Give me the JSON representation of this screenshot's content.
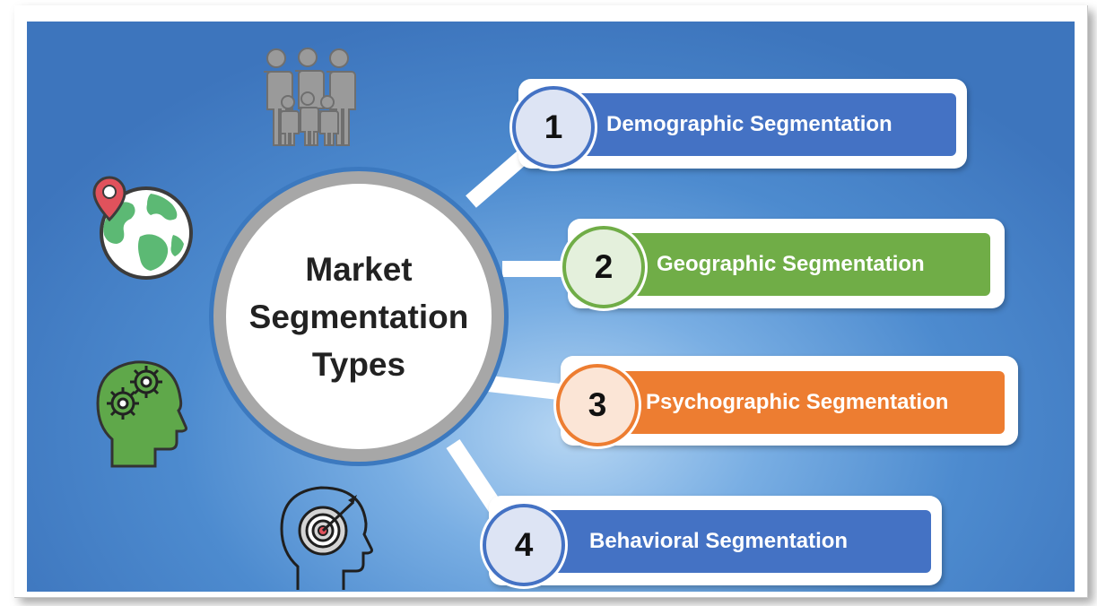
{
  "center": {
    "title": "Market\nSegmentation\nTypes"
  },
  "segments": [
    {
      "number": "1",
      "label": "Demographic Segmentation",
      "color": "#4472c4",
      "ring_color": "#4472c4",
      "circle_fill": "#dde4f4"
    },
    {
      "number": "2",
      "label": "Geographic Segmentation",
      "color": "#70ad47",
      "ring_color": "#70ad47",
      "circle_fill": "#e4f0dc"
    },
    {
      "number": "3",
      "label": "Psychographic Segmentation",
      "color": "#ed7d31",
      "ring_color": "#ed7d31",
      "circle_fill": "#fbe5d6"
    },
    {
      "number": "4",
      "label": "Behavioral Segmentation",
      "color": "#4472c4",
      "ring_color": "#4472c4",
      "circle_fill": "#dde4f4"
    }
  ],
  "icons": [
    "family-icon",
    "globe-location-icon",
    "head-gears-icon",
    "head-target-icon"
  ]
}
